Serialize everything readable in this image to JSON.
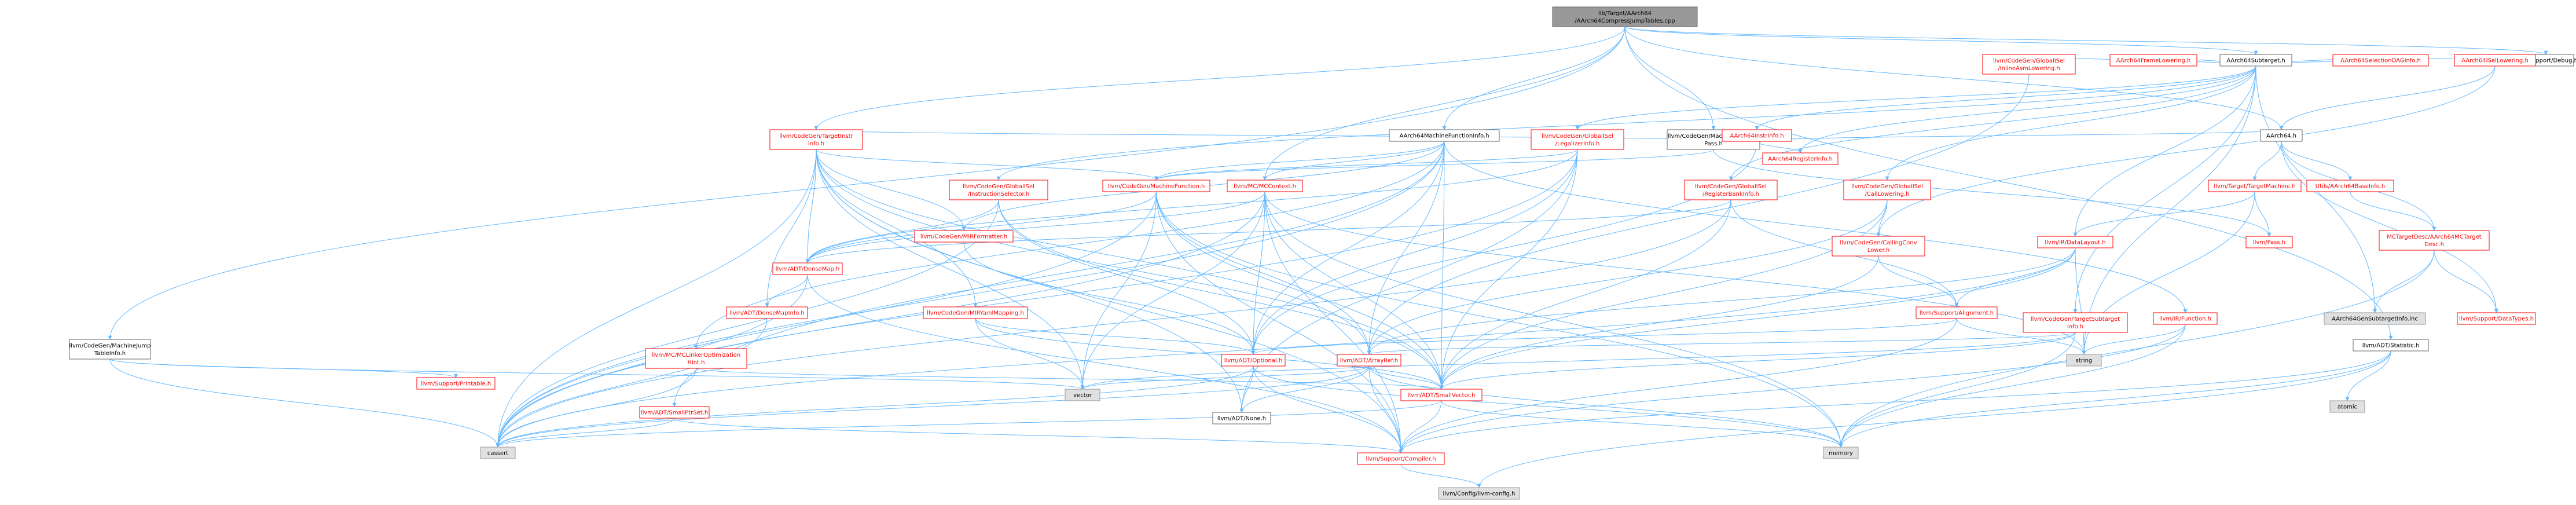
{
  "graph": {
    "title": "lib/Target/AArch64/AArch64CompressJumpTables.cpp include dependency graph",
    "colors": {
      "root_fill": "#999999",
      "link_node": "#ff0000",
      "plain_node": "#000000",
      "system_fill": "#e0e0e0",
      "edge": "#63b8ff"
    },
    "nodes": [
      {
        "id": "root",
        "label": [
          "lib/Target/AArch64",
          "/AArch64CompressJumpTables.cpp"
        ],
        "style": "root"
      },
      {
        "id": "subtarget",
        "label": [
          "AArch64Subtarget.h"
        ],
        "style": "black"
      },
      {
        "id": "debug",
        "label": [
          "llvm/Support/Debug.h"
        ],
        "style": "black"
      },
      {
        "id": "aarch64h",
        "label": [
          "AArch64.h"
        ],
        "style": "black"
      },
      {
        "id": "mfi",
        "label": [
          "AArch64MachineFunctionInfo.h"
        ],
        "style": "black"
      },
      {
        "id": "mfpass",
        "label": [
          "llvm/CodeGen/MachineFunction",
          "Pass.h"
        ],
        "style": "black"
      },
      {
        "id": "targetinstrinfo",
        "label": [
          "llvm/CodeGen/TargetInstr",
          "Info.h"
        ],
        "style": "red"
      },
      {
        "id": "mccontext",
        "label": [
          "llvm/MC/MCContext.h"
        ],
        "style": "red"
      },
      {
        "id": "mjt",
        "label": [
          "llvm/CodeGen/MachineJump",
          "TableInfo.h"
        ],
        "style": "black"
      },
      {
        "id": "statistic",
        "label": [
          "llvm/ADT/Statistic.h"
        ],
        "style": "black"
      },
      {
        "id": "instrinfo",
        "label": [
          "AArch64InstrInfo.h"
        ],
        "style": "red"
      },
      {
        "id": "inlineasm",
        "label": [
          "llvm/CodeGen/GlobalISel",
          "/InlineAsmLowering.h"
        ],
        "style": "red"
      },
      {
        "id": "framelow",
        "label": [
          "AArch64FrameLowering.h"
        ],
        "style": "red"
      },
      {
        "id": "seldag",
        "label": [
          "AArch64SelectionDAGInfo.h"
        ],
        "style": "red"
      },
      {
        "id": "isellow",
        "label": [
          "AArch64ISelLowering.h"
        ],
        "style": "red"
      },
      {
        "id": "legalizer",
        "label": [
          "llvm/CodeGen/GlobalISel",
          "/LegalizerInfo.h"
        ],
        "style": "red"
      },
      {
        "id": "reginfo",
        "label": [
          "AArch64RegisterInfo.h"
        ],
        "style": "red"
      },
      {
        "id": "rbi",
        "label": [
          "llvm/CodeGen/GlobalISel",
          "/RegisterBankInfo.h"
        ],
        "style": "red"
      },
      {
        "id": "calllow",
        "label": [
          "llvm/CodeGen/GlobalISel",
          "/CallLowering.h"
        ],
        "style": "red"
      },
      {
        "id": "targetmachine",
        "label": [
          "llvm/Target/TargetMachine.h"
        ],
        "style": "red"
      },
      {
        "id": "basinfo",
        "label": [
          "Utils/AArch64BaseInfo.h"
        ],
        "style": "red"
      },
      {
        "id": "instsel",
        "label": [
          "llvm/CodeGen/GlobalISel",
          "/InstructionSelector.h"
        ],
        "style": "red"
      },
      {
        "id": "machinefunction",
        "label": [
          "llvm/CodeGen/MachineFunction.h"
        ],
        "style": "red"
      },
      {
        "id": "mirformatter",
        "label": [
          "llvm/CodeGen/MIRFormatter.h"
        ],
        "style": "red"
      },
      {
        "id": "callingconv",
        "label": [
          "llvm/CodeGen/CallingConv",
          "Lower.h"
        ],
        "style": "red"
      },
      {
        "id": "datalayout",
        "label": [
          "llvm/IR/DataLayout.h"
        ],
        "style": "red"
      },
      {
        "id": "pass",
        "label": [
          "llvm/Pass.h"
        ],
        "style": "red"
      },
      {
        "id": "mctarget",
        "label": [
          "MCTargetDesc/AArch64MCTarget",
          "Desc.h"
        ],
        "style": "red"
      },
      {
        "id": "densemap",
        "label": [
          "llvm/ADT/DenseMap.h"
        ],
        "style": "red"
      },
      {
        "id": "densemapinfo",
        "label": [
          "llvm/ADT/DenseMapInfo.h"
        ],
        "style": "red"
      },
      {
        "id": "miryaml",
        "label": [
          "llvm/CodeGen/MIRYamlMapping.h"
        ],
        "style": "red"
      },
      {
        "id": "alignment",
        "label": [
          "llvm/Support/Alignment.h"
        ],
        "style": "red"
      },
      {
        "id": "tsi",
        "label": [
          "llvm/CodeGen/TargetSubtarget",
          "Info.h"
        ],
        "style": "red"
      },
      {
        "id": "irfunction",
        "label": [
          "llvm/IR/Function.h"
        ],
        "style": "red"
      },
      {
        "id": "subtargetinc",
        "label": [
          "AArch64GenSubtargetInfo.inc"
        ],
        "style": "gray"
      },
      {
        "id": "datatypes",
        "label": [
          "llvm/Support/DataTypes.h"
        ],
        "style": "red"
      },
      {
        "id": "mclinker",
        "label": [
          "llvm/MC/MCLinkerOptimization",
          "Hint.h"
        ],
        "style": "red"
      },
      {
        "id": "printable",
        "label": [
          "llvm/Support/Printable.h"
        ],
        "style": "red"
      },
      {
        "id": "smallptrset",
        "label": [
          "llvm/ADT/SmallPtrSet.h"
        ],
        "style": "red"
      },
      {
        "id": "optional",
        "label": [
          "llvm/ADT/Optional.h"
        ],
        "style": "red"
      },
      {
        "id": "arrayref",
        "label": [
          "llvm/ADT/ArrayRef.h"
        ],
        "style": "red"
      },
      {
        "id": "string",
        "label": [
          "string"
        ],
        "style": "gray"
      },
      {
        "id": "vector",
        "label": [
          "vector"
        ],
        "style": "gray"
      },
      {
        "id": "none",
        "label": [
          "llvm/ADT/None.h"
        ],
        "style": "black"
      },
      {
        "id": "smallvector",
        "label": [
          "llvm/ADT/SmallVector.h"
        ],
        "style": "red"
      },
      {
        "id": "cassert",
        "label": [
          "cassert"
        ],
        "style": "gray"
      },
      {
        "id": "compiler",
        "label": [
          "llvm/Support/Compiler.h"
        ],
        "style": "red"
      },
      {
        "id": "memory",
        "label": [
          "memory"
        ],
        "style": "gray"
      },
      {
        "id": "atomic",
        "label": [
          "atomic"
        ],
        "style": "gray"
      },
      {
        "id": "config",
        "label": [
          "llvm/Config/llvm-config.h"
        ],
        "style": "gray"
      }
    ]
  }
}
